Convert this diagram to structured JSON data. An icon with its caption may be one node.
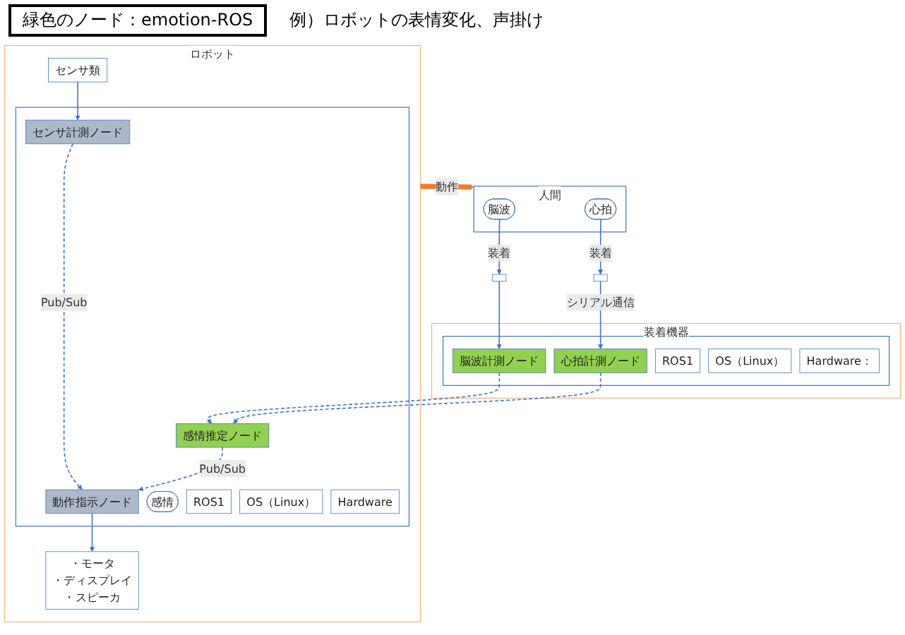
{
  "diagram": {
    "nodes": [
      {
        "text": [
          "人間"
        ]
      },
      {
        "text": [
          "脳波"
        ],
        "in": 0
      },
      {
        "text": [
          "心拍"
        ],
        "in": 0
      },
      {
        "text": [],
        "shape": "box"
      },
      {
        "text": [],
        "shape": "box"
      },
      {
        "text": [
          "装着機器"
        ]
      },
      {
        "text": [],
        "shape": "box",
        "in": 5
      },
      {
        "text": [
          "脳波計測ノード"
        ],
        "in": 6
      },
      {
        "text": [
          "心拍計測ノード"
        ],
        "in": 6
      },
      {
        "text": [
          "ROS1"
        ],
        "in": 6
      },
      {
        "text": [
          "OS（Linux）"
        ],
        "in": 6
      },
      {
        "text": [
          "Hardware："
        ],
        "in": 6
      },
      {
        "text": [
          "ロボット"
        ]
      },
      {
        "text": [
          "・モータ",
          "・ディスプレイ",
          "・スピーカ"
        ],
        "in": 12
      },
      {
        "text": [
          "センサ類"
        ],
        "in": 12
      },
      {
        "text": [],
        "shape": "box",
        "in": 12
      },
      {
        "text": [
          "センサ計測ノード"
        ],
        "in": 15
      },
      {
        "text": [
          "動作指示ノード"
        ],
        "in": 15
      },
      {
        "text": [
          "感情推定ノード"
        ],
        "in": 15
      },
      {
        "text": [
          "感情"
        ],
        "in": 15
      },
      {
        "text": [
          "ROS1"
        ],
        "in": 15
      },
      {
        "text": [
          "OS（Linux）"
        ],
        "in": 15
      },
      {
        "text": [
          "Hardware"
        ],
        "in": 15
      }
    ],
    "edges": [
      {
        "from": 1,
        "to": 3,
        "arrow": "to",
        "label": "装着"
      },
      {
        "from": 2,
        "to": 4,
        "arrow": "to",
        "label": "装着"
      },
      {
        "from": 3,
        "to": 7,
        "arrow": "to"
      },
      {
        "from": 4,
        "to": 8,
        "arrow": "to",
        "label": "シリアル通信"
      },
      {
        "from": 7,
        "to": 18,
        "arrow": "to",
        "style": "dashed"
      },
      {
        "from": 8,
        "to": 18,
        "arrow": "to",
        "style": "dashed"
      },
      {
        "from": 16,
        "to": 17,
        "arrow": "to",
        "style": "dashed",
        "label": "Pub/Sub"
      },
      {
        "from": 18,
        "to": 17,
        "arrow": "to",
        "style": "dashed",
        "label": "Pub/Sub"
      },
      {
        "from": 17,
        "to": 13,
        "arrow": "to"
      },
      {
        "from": 14,
        "to": 16,
        "arrow": "to"
      },
      {
        "from": 12,
        "to": 0,
        "arrow": "to",
        "style": "thick",
        "color": "#ed7d31",
        "label": "動作"
      }
    ],
    "labels": [
      "緑色のノード：emotion-ROS",
      "例）ロボットの表情変化、声掛け"
    ]
  }
}
